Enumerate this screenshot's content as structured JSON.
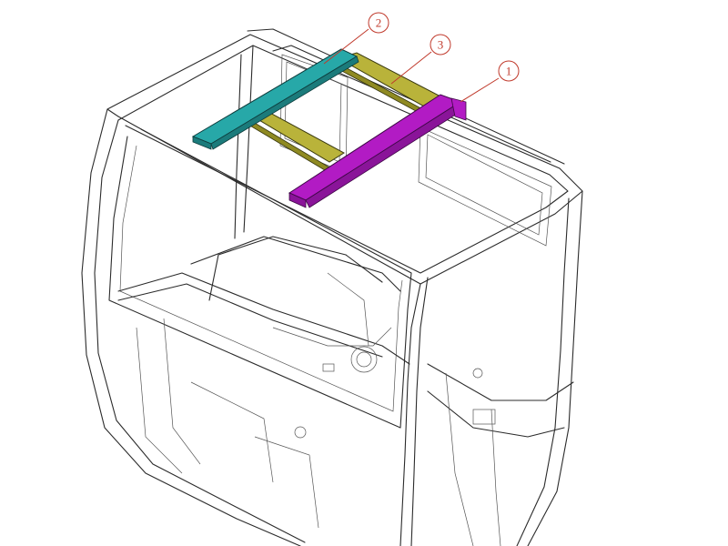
{
  "diagram": {
    "callouts": [
      {
        "number": "1",
        "part": "roof-crossbeam-front",
        "color": "#cc2b2b"
      },
      {
        "number": "2",
        "part": "roof-crossbeam-rear",
        "color": "#cc2b2b"
      },
      {
        "number": "3",
        "part": "roof-longitudinal-rails",
        "color": "#cc2b2b"
      }
    ],
    "part_colors": {
      "crossbeam_front": "#b21bc4",
      "crossbeam_rear": "#27a8a8",
      "longitudinal_rails": "#b9b33a",
      "line_art": "#2b2b2b"
    }
  }
}
